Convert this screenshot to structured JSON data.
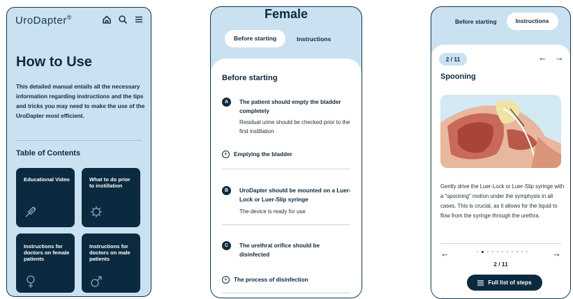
{
  "screen1": {
    "brand": "UroDapter",
    "brand_mark": "®",
    "title": "How to Use",
    "intro": "This detailed manual entails all the necessary information regarding instructions and the tips and tricks you may need to make the use of the UroDapter most efficient.",
    "toc_heading": "Table of Contents",
    "cards": [
      {
        "label": "Educational Video",
        "icon": "syringe-icon"
      },
      {
        "label": "What to do prior to instillation",
        "icon": "virus-icon"
      },
      {
        "label": "Instructions for doctors on female patients",
        "icon": "female-icon"
      },
      {
        "label": "Instructions for doctors on male patients",
        "icon": "male-icon"
      }
    ]
  },
  "screen2": {
    "title": "Female",
    "tabs": [
      "Before starting",
      "Instructions"
    ],
    "section_title": "Before starting",
    "steps": [
      {
        "badge": "A",
        "title": "The patient should empty the bladder completely",
        "text": "Residual urine should be checked prior to the first instillation",
        "expand": "Emptying the bladder"
      },
      {
        "badge": "B",
        "title": "UroDapter should be mounted on a Luer-Lock or Luer-Slip syringe",
        "text": "The device is ready for use"
      },
      {
        "badge": "C",
        "title": "The urethral orifice should be disinfected",
        "expand": "The process of disinfection"
      }
    ]
  },
  "screen3": {
    "tabs": [
      "Before starting",
      "Instructions"
    ],
    "page_pill": "2 / 11",
    "step_title": "Spooning",
    "description": "Gently drive the Luer-Lock or Luer-Slip syringe with a \"spooning\" motion under the symphysis in all cases. This is crucial, as it allows for the liquid to flow from the syringe through the urethra.",
    "counter": "2 / 11",
    "total_steps": 11,
    "current_step": 2,
    "full_list_button": "Full list of steps",
    "colors": {
      "navy": "#0b2a3f",
      "light_blue": "#c9e1f1"
    }
  }
}
